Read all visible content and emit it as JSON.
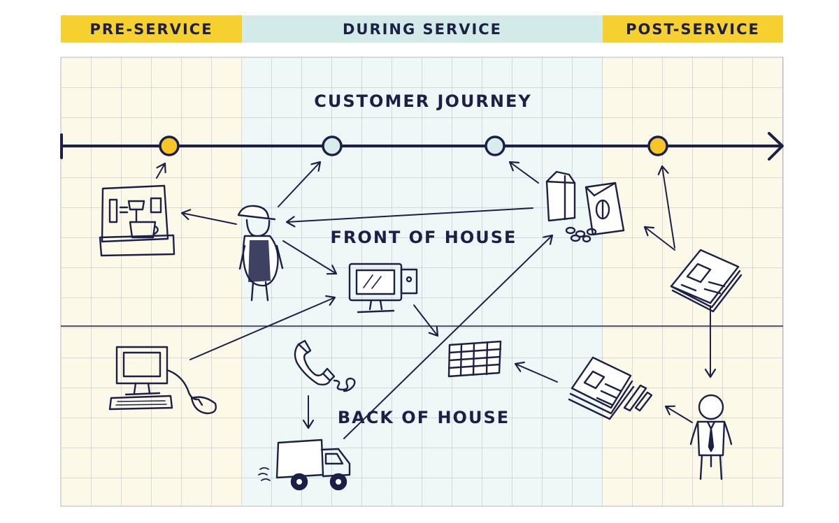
{
  "phases": {
    "pre": "PRE-SERVICE",
    "during": "DURING SERVICE",
    "post": "POST-SERVICE"
  },
  "lanes": {
    "customer_journey": "CUSTOMER JOURNEY",
    "front_of_house": "FRONT OF HOUSE",
    "back_of_house": "BACK OF HOUSE"
  },
  "colors": {
    "ink": "#1d2046",
    "yellow": "#f6d02f",
    "mint": "#d3ebe8",
    "cream_bg": "#fdf9e8",
    "mint_bg": "#eef8f7",
    "grid": "#b4b9c7",
    "touchpoint_yellow": "#f6c526",
    "touchpoint_mint": "#d8eceb"
  },
  "icons": [
    "espresso-machine-icon",
    "barista-icon",
    "pos-terminal-icon",
    "coffee-bags-icon",
    "newspaper-icon",
    "desktop-computer-icon",
    "telephone-icon",
    "delivery-truck-icon",
    "spreadsheet-icon",
    "documents-stack-icon",
    "manager-icon"
  ]
}
